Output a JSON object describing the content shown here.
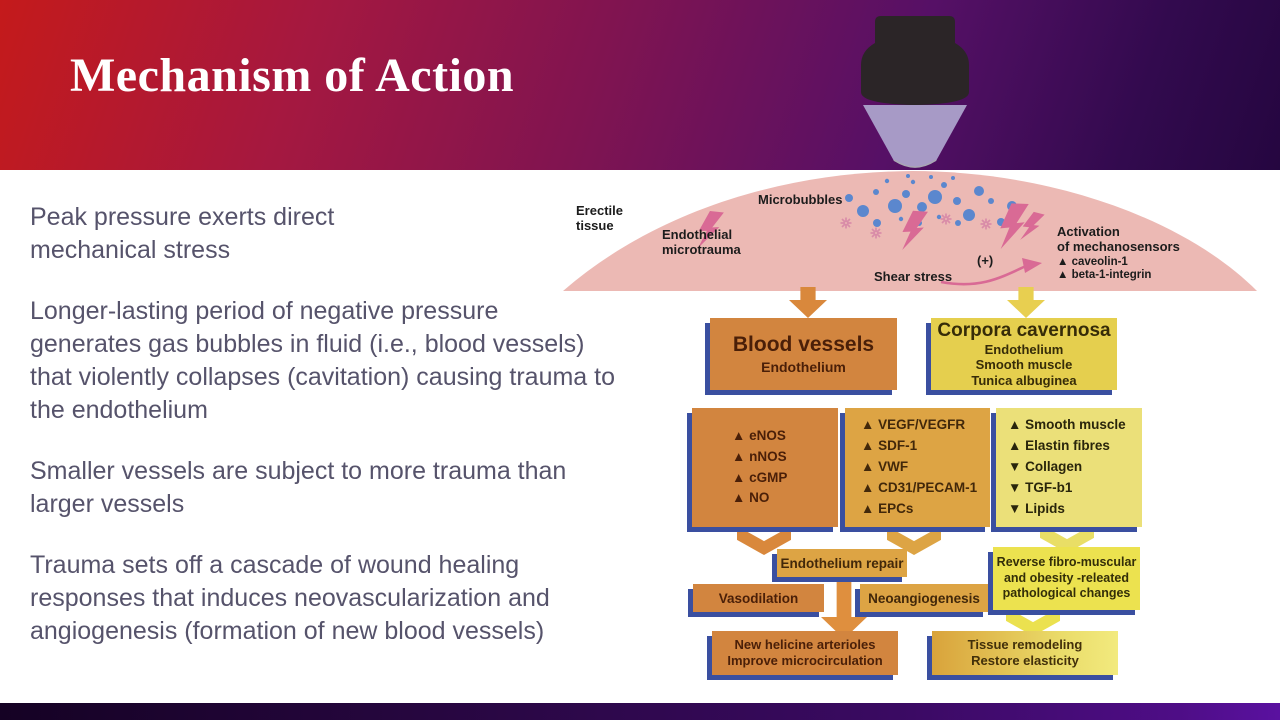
{
  "slide": {
    "title": "Mechanism of Action",
    "paragraphs": [
      "Peak pressure exerts direct\nmechanical stress",
      "Longer-lasting period of negative pressure\ngenerates gas bubbles in fluid (i.e., blood vessels)\nthat violently collapses (cavitation) causing trauma to\nthe endothelium",
      "Smaller vessels are subject to more trauma than\nlarger vessels",
      "Trauma sets off a cascade of wound healing\nresponses that induces neovascularization and\nangiogenesis (formation of new blood vessels)"
    ]
  },
  "diagram": {
    "labels": {
      "erectile_tissue": "Erectile\ntissue",
      "endothelial_microtrauma": "Endothelial\nmicrotrauma",
      "microbubbles": "Microbubbles",
      "shear_stress": "Shear stress",
      "plus": "(+)",
      "activation": "Activation\nof mechanosensors",
      "caveolin": "▲ caveolin-1",
      "beta_integrin": "▲ beta-1-integrin"
    },
    "boxes": {
      "blood_vessels": {
        "title": "Blood vessels",
        "sub": "Endothelium"
      },
      "corpora": {
        "title": "Corpora cavernosa",
        "lines": [
          "Endothelium",
          "Smooth muscle",
          "Tunica albuginea"
        ]
      },
      "enos_list": [
        "▲ eNOS",
        "▲ nNOS",
        "▲ cGMP",
        "▲ NO"
      ],
      "vegf_list": [
        "▲ VEGF/VEGFR",
        "▲ SDF-1",
        "▲ VWF",
        "▲ CD31/PECAM-1",
        "▲ EPCs"
      ],
      "tissue_list": [
        "▲ Smooth muscle",
        "▲ Elastin fibres",
        "▼ Collagen",
        "▼ TGF-b1",
        "▼ Lipids"
      ],
      "endothelium_repair": "Endothelium repair",
      "vasodilation": "Vasodilation",
      "neoangiogenesis": "Neoangiogenesis",
      "reverse": "Reverse fibro-muscular\nand obesity -releated\npathological changes",
      "helicine": "New helicine arterioles\nImprove microcirculation",
      "remodeling": "Tissue remodeling\nRestore elasticity"
    },
    "colors": {
      "header_gradient_left": "#c41a1b",
      "header_gradient_right": "#250640",
      "footer_gradient_left": "#150224",
      "footer_gradient_right": "#5a11a0",
      "body_text": "#56536b",
      "tissue_pink": "#ecb9b4",
      "bolt_pink": "#d96a95",
      "bubble_blue": "#5b87ce",
      "shadow_blue": "#3a4fa0",
      "box_orange": "#d2853f",
      "box_amber": "#dda444",
      "box_yellow": "#e5cf4e",
      "box_pale_yellow": "#ebe079",
      "probe_dark": "#2b2527",
      "probe_lavender": "#a79ac6"
    }
  }
}
